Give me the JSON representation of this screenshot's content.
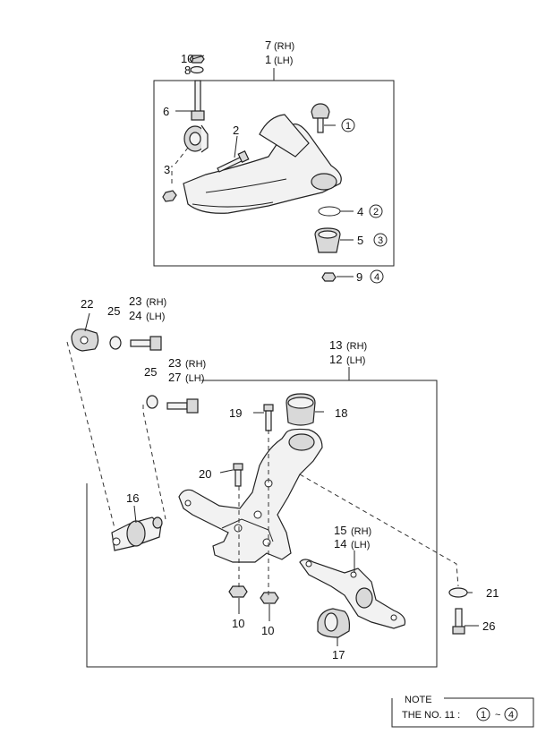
{
  "labels": {
    "c7": "7",
    "c7s": "(RH)",
    "c1": "1",
    "c1s": "(LH)",
    "c10a": "10",
    "c8": "8",
    "c6": "6",
    "c2": "2",
    "c3": "3",
    "c4": "4",
    "c5": "5",
    "c9": "9",
    "m1": "1",
    "m2": "2",
    "m3": "3",
    "m4": "4",
    "c22": "22",
    "c25a": "25",
    "c23a": "23",
    "c23as": "(RH)",
    "c24": "24",
    "c24s": "(LH)",
    "c25b": "25",
    "c23b": "23",
    "c23bs": "(RH)",
    "c27": "27",
    "c27s": "(LH)",
    "c13": "13",
    "c13s": "(RH)",
    "c12": "12",
    "c12s": "(LH)",
    "c19": "19",
    "c18": "18",
    "c20": "20",
    "c16": "16",
    "c15": "15",
    "c15s": "(RH)",
    "c14": "14",
    "c14s": "(LH)",
    "c21": "21",
    "c26": "26",
    "c10b": "10",
    "c10c": "10",
    "c17": "17"
  },
  "note": {
    "title": "NOTE",
    "text": "THE NO. 11 :",
    "c1": "1",
    "tilde": "~",
    "c4": "4"
  }
}
